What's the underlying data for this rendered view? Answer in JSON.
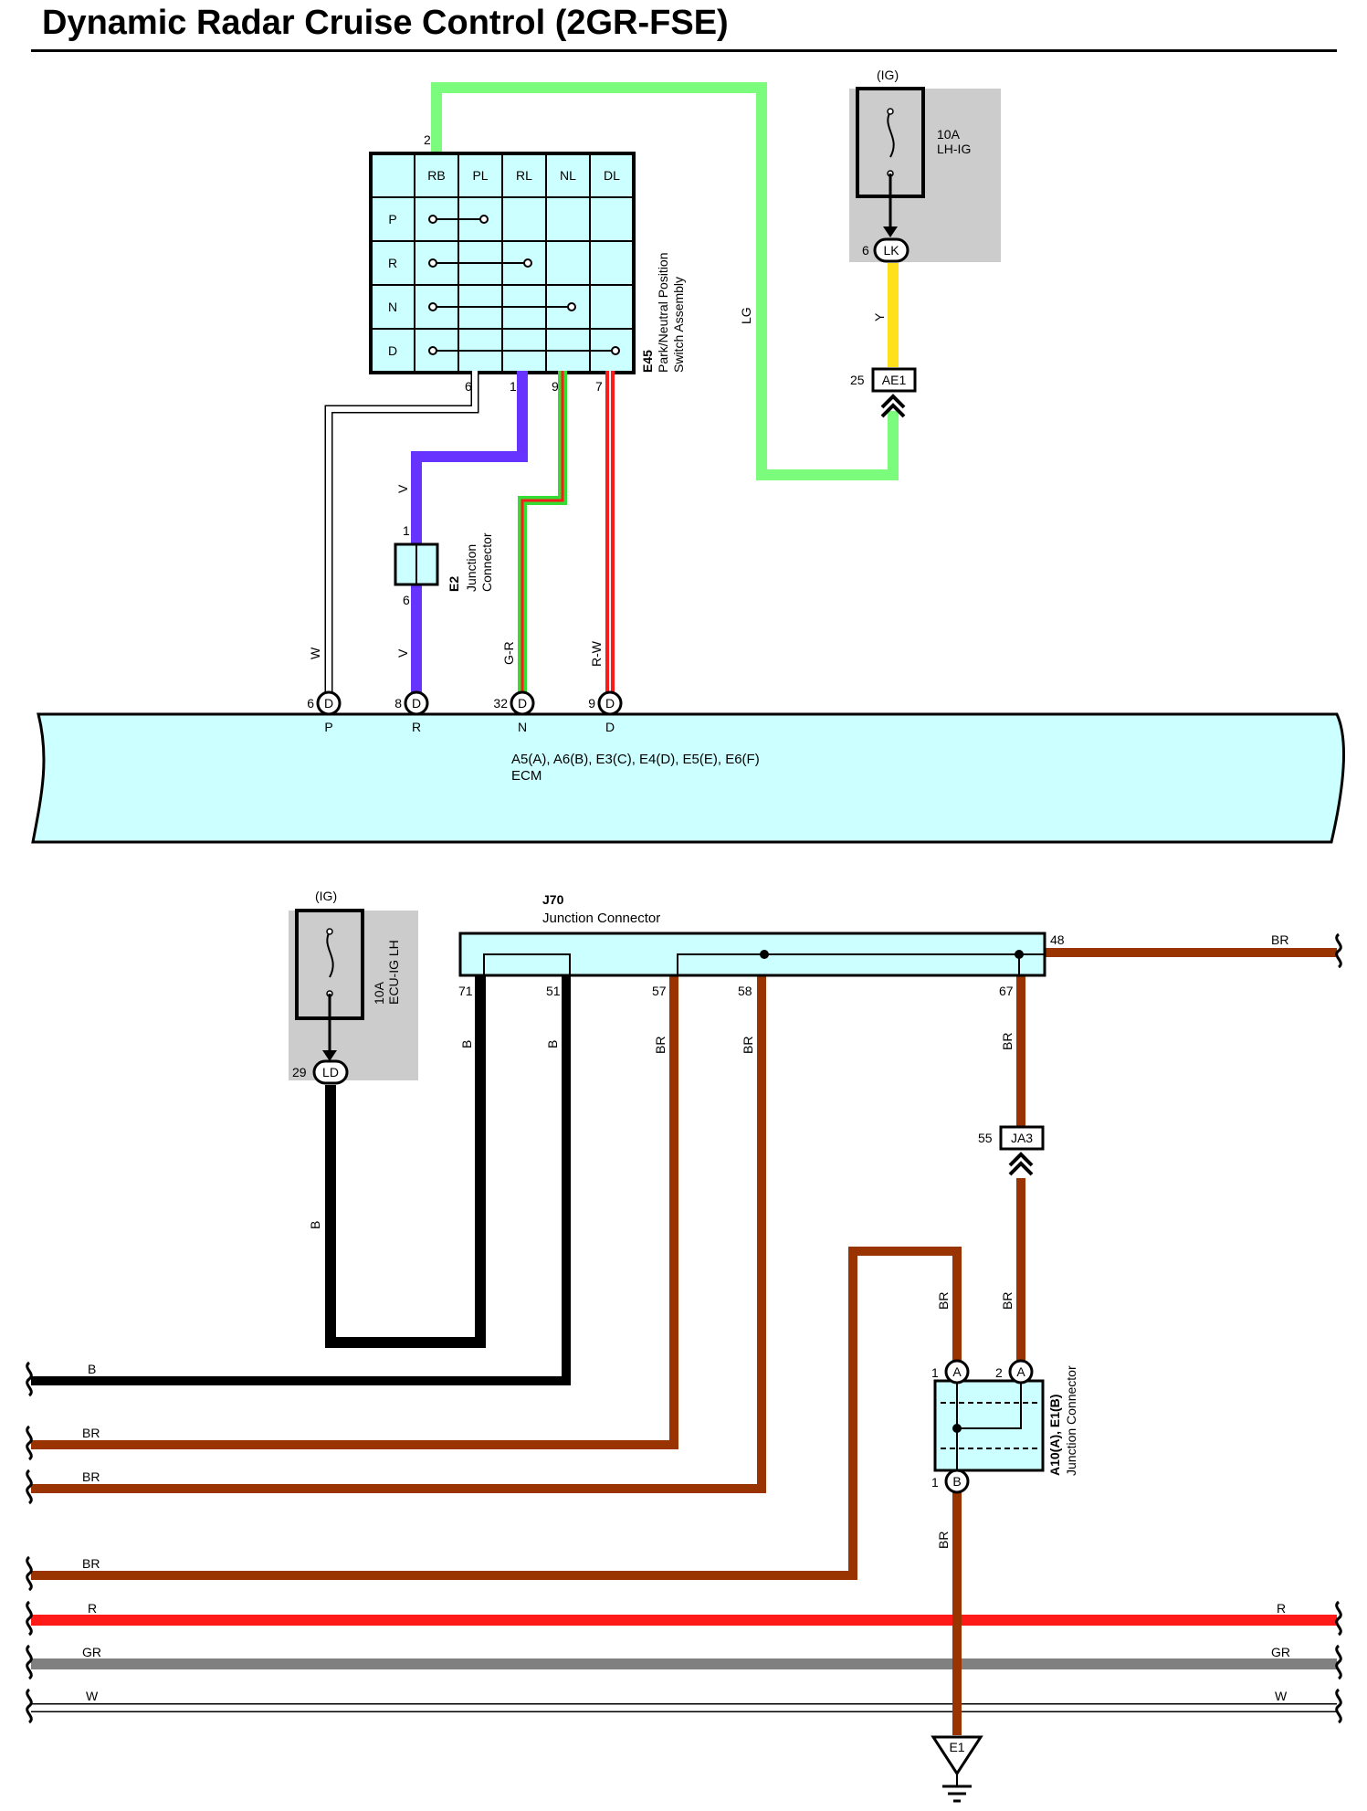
{
  "title": "Dynamic Radar Cruise Control (2GR-FSE)",
  "colors": {
    "LG": "#7cfc7c",
    "Y": "#ffe11a",
    "V": "#6633ff",
    "B": "#000000",
    "BR": "#993300",
    "R": "#ff1a1a",
    "GR": "#808080",
    "W": "#ffffff",
    "connector_fill": "#ccffff",
    "fuse_box": "#cccccc"
  },
  "pnp_switch": {
    "code": "E45",
    "name_line1": "Park/Neutral Position",
    "name_line2": "Switch Assembly",
    "top_pin": "2",
    "columns": [
      "RB",
      "PL",
      "RL",
      "NL",
      "DL"
    ],
    "rows": [
      "P",
      "R",
      "N",
      "D"
    ],
    "bottom_pins": [
      "6",
      "1",
      "9",
      "7"
    ]
  },
  "fuse_top": {
    "supply": "(IG)",
    "rating": "10A",
    "name": "LH-IG",
    "pin": "6",
    "connector": "LK"
  },
  "ae1": {
    "pin": "25",
    "name": "AE1"
  },
  "wire_labels": {
    "lg": "LG",
    "y": "Y",
    "v_upper": "V",
    "v_lower": "V",
    "w": "W",
    "gr_r": "G-R",
    "r_w": "R-W",
    "b_fuse": "B",
    "b_71": "B",
    "b_51": "B",
    "br_57": "BR",
    "br_58": "BR",
    "br_67": "BR",
    "br_48": "BR",
    "br_a1": "BR",
    "br_a2": "BR",
    "br_b1": "BR"
  },
  "e2": {
    "code": "E2",
    "name_line1": "Junction",
    "name_line2": "Connector",
    "pin_top": "1",
    "pin_bottom": "6"
  },
  "ecm": {
    "connectors": "A5(A), A6(B), E3(C), E4(D), E5(E), E6(F)",
    "name": "ECM",
    "pins": [
      {
        "num": "6",
        "conn": "D",
        "signal": "P"
      },
      {
        "num": "8",
        "conn": "D",
        "signal": "R"
      },
      {
        "num": "32",
        "conn": "D",
        "signal": "N"
      },
      {
        "num": "9",
        "conn": "D",
        "signal": "D"
      }
    ]
  },
  "fuse_bottom": {
    "supply": "(IG)",
    "rating": "10A",
    "name": "ECU-IG LH",
    "pin": "29",
    "connector": "LD"
  },
  "j70": {
    "code": "J70",
    "name": "Junction Connector",
    "pins": [
      "71",
      "51",
      "57",
      "58",
      "67",
      "48"
    ]
  },
  "ja3": {
    "pin": "55",
    "name": "JA3"
  },
  "a10": {
    "label": "A10(A), E1(B)",
    "name": "Junction Connector",
    "pin_a1": "1",
    "pin_a2": "2",
    "pin_b1": "1",
    "conn_a": "A",
    "conn_b": "B"
  },
  "ground": {
    "name": "E1"
  },
  "bus_left_labels": [
    "B",
    "BR",
    "BR",
    "BR",
    "R",
    "GR",
    "W"
  ],
  "bus_right_labels": [
    "BR",
    "R",
    "GR",
    "W"
  ]
}
